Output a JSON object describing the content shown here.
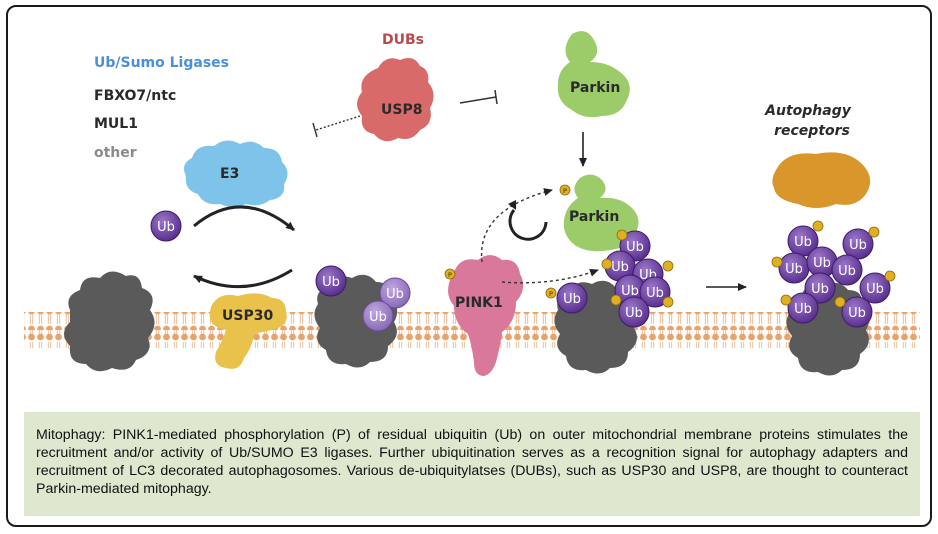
{
  "legend": {
    "title": "Ub/Sumo Ligases",
    "items": [
      "FBXO7/ntc",
      "MUL1",
      "other"
    ]
  },
  "labels": {
    "dubs": "DUBs",
    "usp8": "USP8",
    "e3": "E3",
    "ub": "Ub",
    "usp30": "USP30",
    "pink1": "PINK1",
    "parkin": "Parkin",
    "phospho": "P",
    "autophagy_line1": "Autophagy",
    "autophagy_line2": "receptors"
  },
  "caption": "Mitophagy: PINK1-mediated phosphorylation (P) of residual ubiquitin (Ub) on outer mitochondrial membrane proteins stimulates the recruitment and/or activity of Ub/SUMO E3 ligases. Further ubiquitination serves as a recognition signal for autophagy adapters and recruitment of LC3 decorated autophagosomes. Various de-ubiquitylatses (DUBs), such as USP30 and USP8, are thought to counteract Parkin-mediated mitophagy.",
  "colors": {
    "ligases_blue": "#4a90d9",
    "dubs_red": "#b84a4a",
    "ub_purple": "#6b3fa0",
    "parkin_green": "#9ccc6a",
    "pink1_pink": "#d9789a",
    "usp30_yellow": "#e8c24a",
    "usp8_red": "#d96a6a",
    "e3_blue": "#7ec3ea",
    "receptor_orange": "#d9962a",
    "membrane_orange": "#e9a36a",
    "caption_bg": "#dde8cf"
  }
}
